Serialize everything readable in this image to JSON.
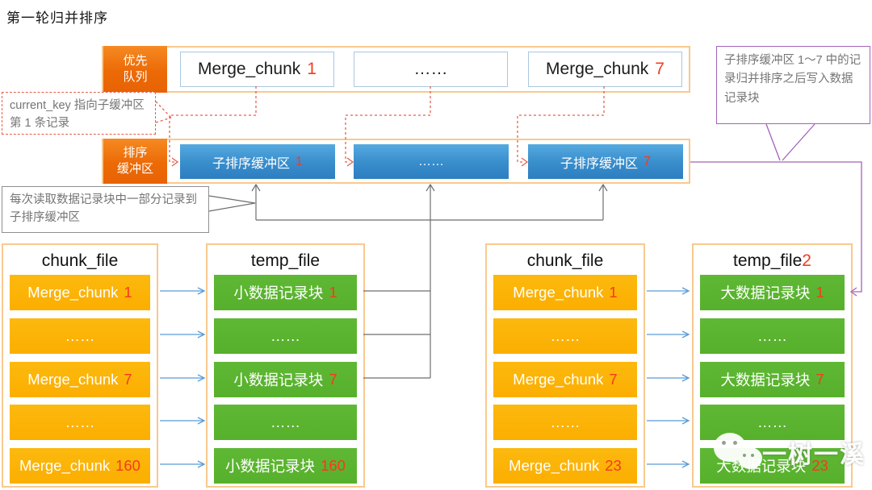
{
  "title": "第一轮归并排序",
  "priority_queue": {
    "label_line1": "优先",
    "label_line2": "队列",
    "items": [
      {
        "t": "Merge_chunk",
        "n": "1"
      },
      {
        "t": "……",
        "n": ""
      },
      {
        "t": "Merge_chunk",
        "n": "7"
      }
    ]
  },
  "sort_buffer": {
    "label_line1": "排序",
    "label_line2": "缓冲区",
    "items": [
      {
        "t": "子排序缓冲区",
        "n": "1"
      },
      {
        "t": "……",
        "n": ""
      },
      {
        "t": "子排序缓冲区",
        "n": "7"
      }
    ]
  },
  "annotations": {
    "current_key": "current_key 指向子缓冲区第 1 条记录",
    "read_chunk": "每次读取数据记录块中一部分记录到子排序缓冲区",
    "merge_write": "子排序缓冲区 1～7 中的记录归并排序之后写入数据记录块"
  },
  "columns": [
    {
      "header": "chunk_file",
      "suffix": "",
      "rows": [
        {
          "t": "Merge_chunk",
          "n": "1"
        },
        {
          "t": "……",
          "n": ""
        },
        {
          "t": "Merge_chunk",
          "n": "7"
        },
        {
          "t": "……",
          "n": ""
        },
        {
          "t": "Merge_chunk",
          "n": "160"
        }
      ]
    },
    {
      "header": "temp_file",
      "suffix": "",
      "rows": [
        {
          "t": "小数据记录块",
          "n": "1"
        },
        {
          "t": "……",
          "n": ""
        },
        {
          "t": "小数据记录块",
          "n": "7"
        },
        {
          "t": "……",
          "n": ""
        },
        {
          "t": "小数据记录块",
          "n": "160"
        }
      ]
    },
    {
      "header": "chunk_file",
      "suffix": "",
      "rows": [
        {
          "t": "Merge_chunk",
          "n": "1"
        },
        {
          "t": "……",
          "n": ""
        },
        {
          "t": "Merge_chunk",
          "n": "7"
        },
        {
          "t": "……",
          "n": ""
        },
        {
          "t": "Merge_chunk",
          "n": "23"
        }
      ]
    },
    {
      "header": "temp_file",
      "suffix": "2",
      "rows": [
        {
          "t": "大数据记录块",
          "n": "1"
        },
        {
          "t": "……",
          "n": ""
        },
        {
          "t": "大数据记录块",
          "n": "7"
        },
        {
          "t": "……",
          "n": ""
        },
        {
          "t": "大数据记录块",
          "n": "23"
        }
      ]
    }
  ],
  "watermark": "一树一溪",
  "colors": {
    "label_orange": "#ec6a06",
    "container_border": "#f8c98e",
    "chunk_yellow": "#fbae00",
    "record_green": "#57b02b",
    "buffer_blue": "#3a8fcd",
    "number_red": "#f53a20",
    "dashed_red": "#e8604d",
    "callout_purple": "#a263b8",
    "connector_gray": "#6e6e6e",
    "arrow_blue": "#5b9cd6"
  }
}
